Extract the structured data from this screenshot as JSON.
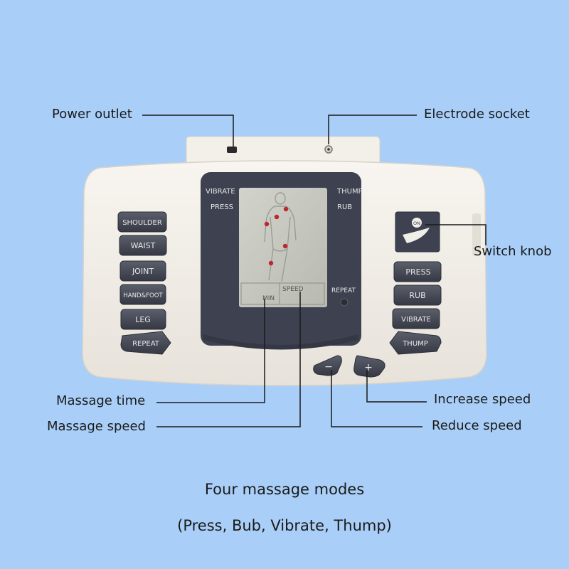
{
  "device": {
    "lcd_labels": {
      "vibrate": "VIBRATE",
      "thump": "THUMP",
      "press": "PRESS",
      "rub": "RUB",
      "min": "MIN",
      "speed": "SPEED",
      "repeat": "REPEAT"
    },
    "left_buttons": [
      "SHOULDER",
      "WAIST",
      "JOINT",
      "HAND&FOOT",
      "LEG",
      "REPEAT"
    ],
    "right_buttons": [
      "PRESS",
      "RUB",
      "VIBRATE",
      "THUMP"
    ],
    "switch_knob_label": "ON",
    "speed_buttons": {
      "reduce": "−",
      "increase": "+"
    }
  },
  "callouts": {
    "power_outlet": "Power outlet",
    "electrode_socket": "Electrode socket",
    "switch_knob": "Switch knob",
    "massage_time": "Massage time",
    "massage_speed": "Massage speed",
    "increase_speed": "Increase speed",
    "reduce_speed": "Reduce speed"
  },
  "caption": {
    "line1": "Four massage modes",
    "line2": "(Press, Bub, Vibrate, Thump)"
  },
  "colors": {
    "background": "#a9cff8",
    "body": "#f2eee8",
    "bezel": "#3d4150",
    "lcd": "#c6c8c0",
    "button": "#474b57",
    "marker": "#c0262e"
  }
}
